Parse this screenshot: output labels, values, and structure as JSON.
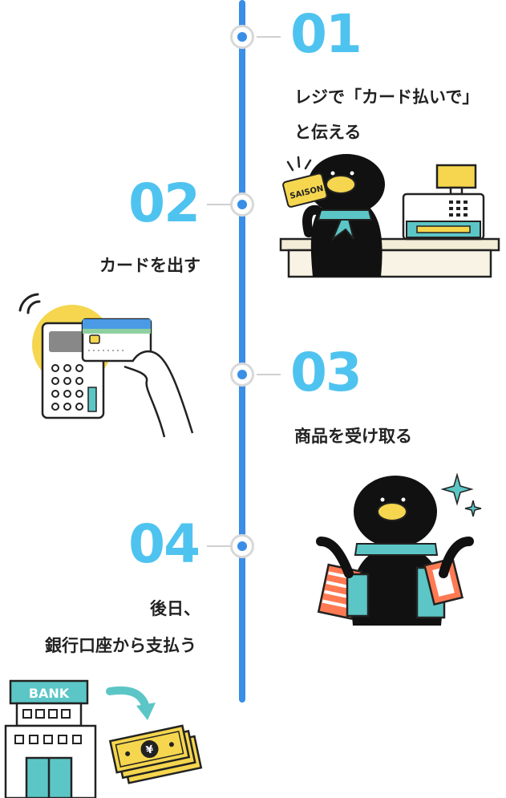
{
  "colors": {
    "accent_blue": "#3a8ee6",
    "number_cyan": "#4fc3ef",
    "timeline": "#3a8ee6",
    "yellow": "#f5d64e",
    "teal": "#5cc6c6"
  },
  "steps": [
    {
      "number": "01",
      "lines": [
        "レジで「カード払いで」",
        "と伝える"
      ]
    },
    {
      "number": "02",
      "lines": [
        "カードを出す"
      ]
    },
    {
      "number": "03",
      "lines": [
        "商品を受け取る"
      ]
    },
    {
      "number": "04",
      "lines": [
        "後日、",
        "銀行口座から支払う"
      ]
    }
  ],
  "illustrations": {
    "card_brand": "SAISON",
    "bank_sign": "BANK",
    "currency_symbol": "¥"
  },
  "icons": [
    "penguin-cashier-icon",
    "card-terminal-icon",
    "penguin-shopping-icon",
    "bank-icon",
    "banknote-icon",
    "sparkle-icon",
    "arrow-icon"
  ]
}
